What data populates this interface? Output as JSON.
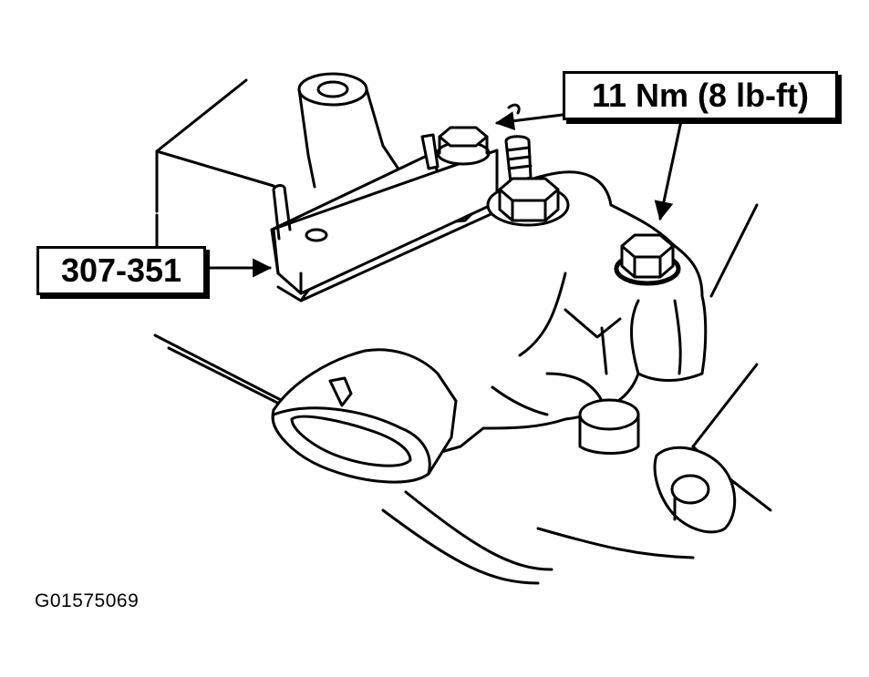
{
  "callouts": {
    "torque_spec": "11 Nm (8 lb-ft)",
    "special_tool": "307-351"
  },
  "figure_id": "G01575069",
  "colors": {
    "line": "#000000",
    "background": "#ffffff"
  }
}
